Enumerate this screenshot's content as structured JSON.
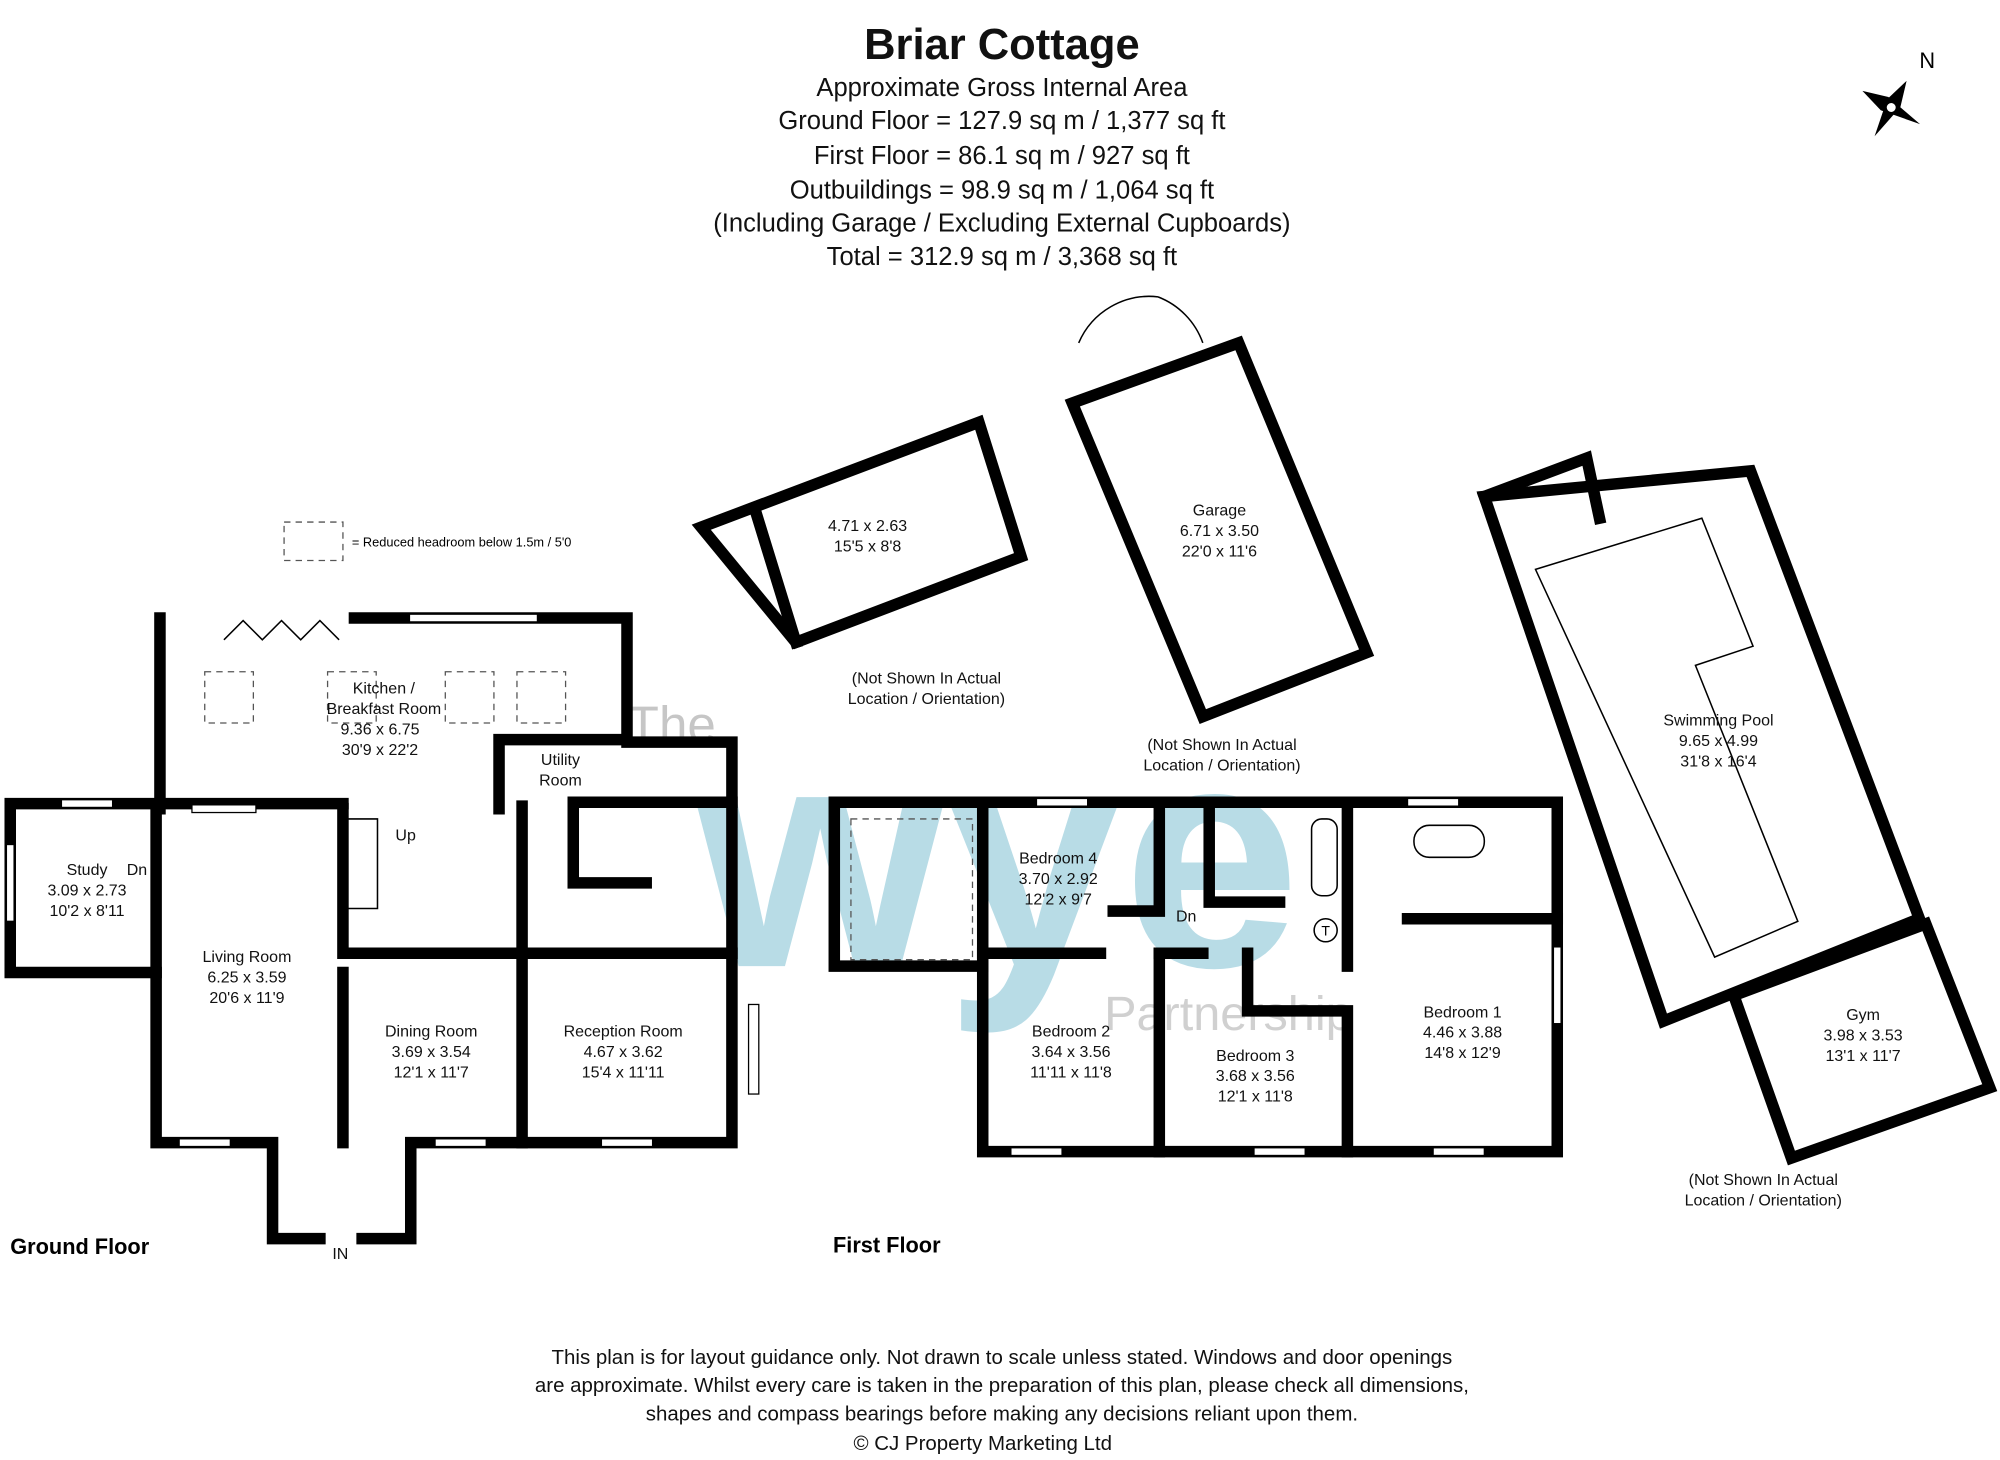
{
  "header": {
    "title": "Briar Cottage",
    "lines": [
      "Approximate Gross Internal Area",
      "Ground Floor = 127.9 sq m / 1,377 sq ft",
      "First Floor = 86.1 sq m / 927 sq ft",
      "Outbuildings = 98.9 sq m / 1,064 sq ft",
      "(Including Garage / Excluding External Cupboards)",
      "Total = 312.9 sq m / 3,368 sq ft"
    ]
  },
  "compass": {
    "label": "N",
    "icon": "compass-rose-icon"
  },
  "legend": {
    "text": "= Reduced headroom below 1.5m / 5'0"
  },
  "ground_floor": {
    "label": "Ground Floor",
    "entrance": "IN",
    "stairs_up": "Up",
    "rooms": [
      {
        "name": "Kitchen /",
        "name2": "Breakfast Room",
        "metric": "9.36 x 6.75",
        "imperial": "30'9 x 22'2"
      },
      {
        "name": "Utility",
        "name2": "Room"
      },
      {
        "name": "Study",
        "extra": "Dn",
        "metric": "3.09 x 2.73",
        "imperial": "10'2 x 8'11"
      },
      {
        "name": "Living Room",
        "metric": "6.25 x 3.59",
        "imperial": "20'6 x 11'9"
      },
      {
        "name": "Dining Room",
        "metric": "3.69 x 3.54",
        "imperial": "12'1 x 11'7"
      },
      {
        "name": "Reception Room",
        "metric": "4.67 x 3.62",
        "imperial": "15'4 x 11'11"
      }
    ]
  },
  "first_floor": {
    "label": "First Floor",
    "stairs_down": "Dn",
    "tank": "T",
    "rooms": [
      {
        "name": "Bedroom 4",
        "metric": "3.70 x 2.92",
        "imperial": "12'2 x 9'7"
      },
      {
        "name": "Bedroom 2",
        "metric": "3.64 x 3.56",
        "imperial": "11'11 x 11'8"
      },
      {
        "name": "Bedroom 3",
        "metric": "3.68 x 3.56",
        "imperial": "12'1 x 11'8"
      },
      {
        "name": "Bedroom 1",
        "metric": "4.46 x 3.88",
        "imperial": "14'8 x 12'9"
      }
    ]
  },
  "outbuildings": [
    {
      "name": "",
      "metric": "4.71 x 2.63",
      "imperial": "15'5 x 8'8",
      "note1": "(Not Shown In Actual",
      "note2": "Location / Orientation)"
    },
    {
      "name": "Garage",
      "metric": "6.71 x 3.50",
      "imperial": "22'0 x 11'6",
      "note1": "(Not Shown In Actual",
      "note2": "Location / Orientation)"
    },
    {
      "name": "Swimming Pool",
      "metric": "9.65 x 4.99",
      "imperial": "31'8 x 16'4"
    },
    {
      "name": "Gym",
      "metric": "3.98 x 3.53",
      "imperial": "13'1 x 11'7",
      "note1": "(Not Shown In Actual",
      "note2": "Location / Orientation)"
    }
  ],
  "watermark": {
    "line1": "The",
    "line2": "wye",
    "line3": "Partnership",
    "color": "#8fc8d8"
  },
  "disclaimer": [
    "This plan is for layout guidance only. Not drawn to scale unless stated. Windows and door openings",
    "are approximate. Whilst every care is taken in the preparation of this plan, please check all dimensions,",
    "shapes and compass bearings before making any decisions reliant upon them.",
    "© CJ Property Marketing Ltd"
  ]
}
